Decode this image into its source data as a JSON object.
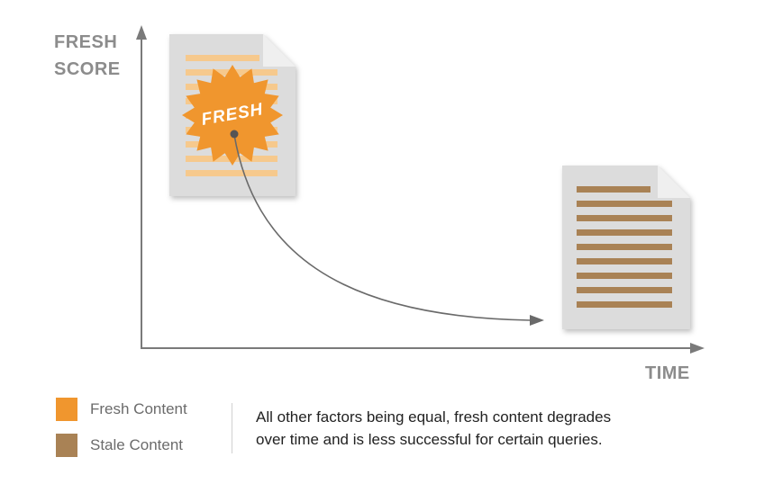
{
  "axes": {
    "y_title_line1": "FRESH",
    "y_title_line2": "SCORE",
    "x_title": "TIME"
  },
  "badge": {
    "label": "FRESH"
  },
  "legend": {
    "items": [
      {
        "label": "Fresh Content",
        "color": "#f0962e"
      },
      {
        "label": "Stale Content",
        "color": "#a98255"
      }
    ]
  },
  "caption": {
    "line1": "All other factors being equal, fresh content degrades",
    "line2": "over time and is less successful for certain queries."
  },
  "colors": {
    "axis": "#7a7a7a",
    "page_fill": "#dcdcdc",
    "page_fold": "#efefef",
    "fresh_lines": "#f6c98d",
    "stale_lines": "#a98255",
    "badge": "#f0962e",
    "curve": "#6a6a6a"
  }
}
